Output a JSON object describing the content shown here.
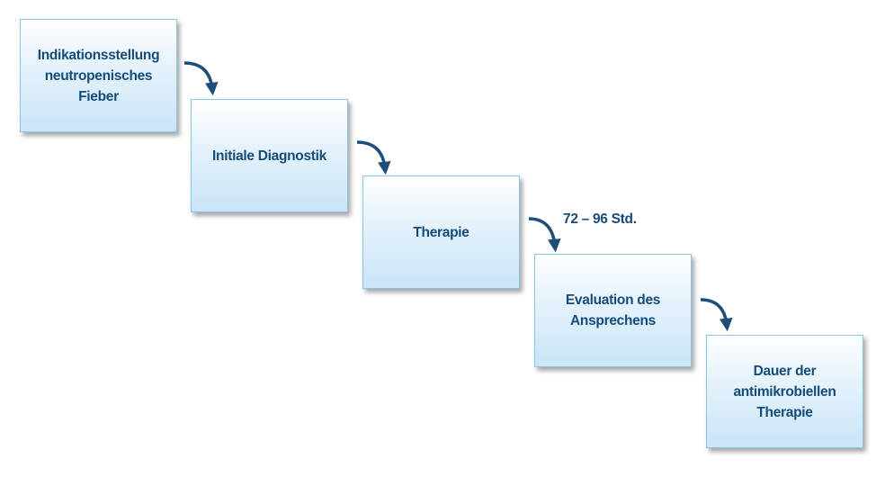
{
  "steps": [
    {
      "label": "Indikationsstellung\nneutropenisches\nFieber"
    },
    {
      "label": "Initiale Diagnostik"
    },
    {
      "label": "Therapie"
    },
    {
      "label": "Evaluation des\nAnsprechens"
    },
    {
      "label": "Dauer der\nantimikrobiellen\nTherapie"
    }
  ],
  "annotation": "72 – 96 Std.",
  "colors": {
    "text": "#154c79",
    "arrow": "#1d4f7a",
    "box_border": "#8cc4e6"
  }
}
